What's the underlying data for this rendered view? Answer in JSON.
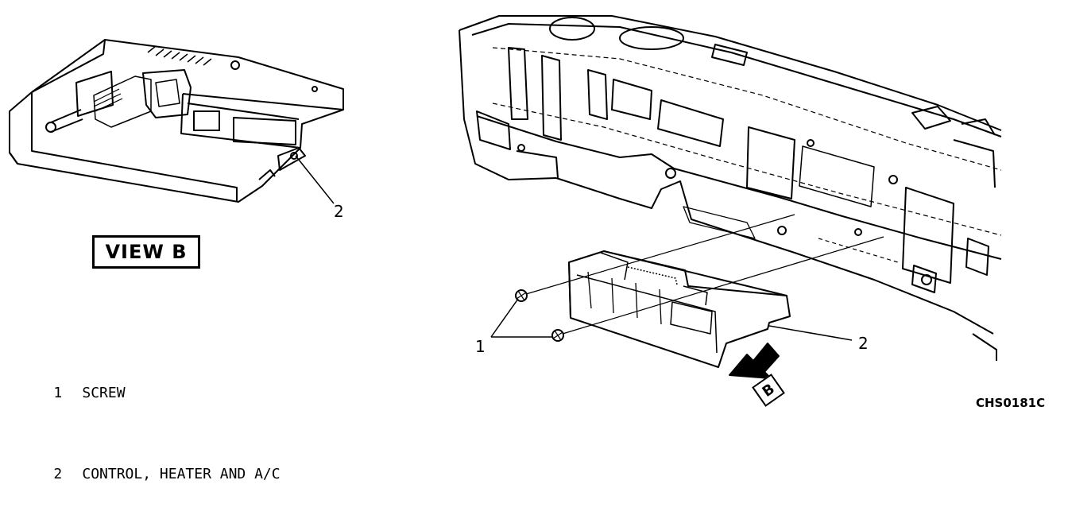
{
  "view_label": "VIEW B",
  "callouts": {
    "left_2": "2",
    "right_1": "1",
    "right_2": "2"
  },
  "arrow_letter": "B",
  "legend": [
    {
      "num": "1",
      "text": "SCREW"
    },
    {
      "num": "2",
      "text": "CONTROL, HEATER AND A/C"
    }
  ],
  "figure_code": "CHS0181C"
}
